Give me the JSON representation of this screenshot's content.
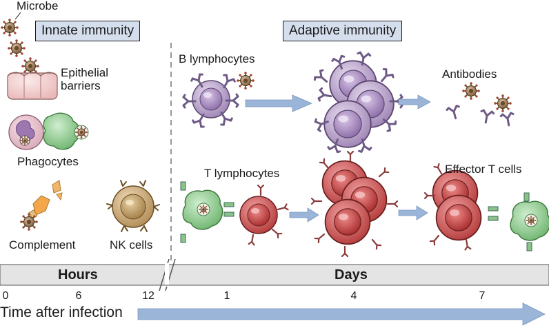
{
  "headers": {
    "innate": "Innate immunity",
    "adaptive": "Adaptive immunity"
  },
  "labels": {
    "microbe": "Microbe",
    "epithelial": "Epithelial\nbarriers",
    "phagocytes": "Phagocytes",
    "complement": "Complement",
    "nk_cells": "NK cells",
    "b_lymphocytes": "B lymphocytes",
    "antibodies": "Antibodies",
    "t_lymphocytes": "T lymphocytes",
    "effector_t": "Effector T cells"
  },
  "timeline": {
    "hours_label": "Hours",
    "days_label": "Days",
    "ticks": [
      "0",
      "6",
      "12",
      "1",
      "4",
      "7"
    ],
    "axis_title": "Time after infection"
  },
  "colors": {
    "header_fill": "#d4deec",
    "band_fill": "#e4e4e4",
    "arrow_blue": "#9ab5d8",
    "b_cell": "#b9a3c9",
    "t_cell": "#cc4f4f",
    "phagocyte": "#9fd29f",
    "nk_cell": "#c8a46e",
    "microbe": "#8c6a4a"
  },
  "icons": [
    "microbe-icon",
    "epithelial-cell-icon",
    "phagocyte-icon",
    "complement-fragment-icon",
    "nk-cell-icon",
    "b-lymphocyte-icon",
    "t-lymphocyte-icon",
    "antibody-icon",
    "arrow-icon"
  ]
}
